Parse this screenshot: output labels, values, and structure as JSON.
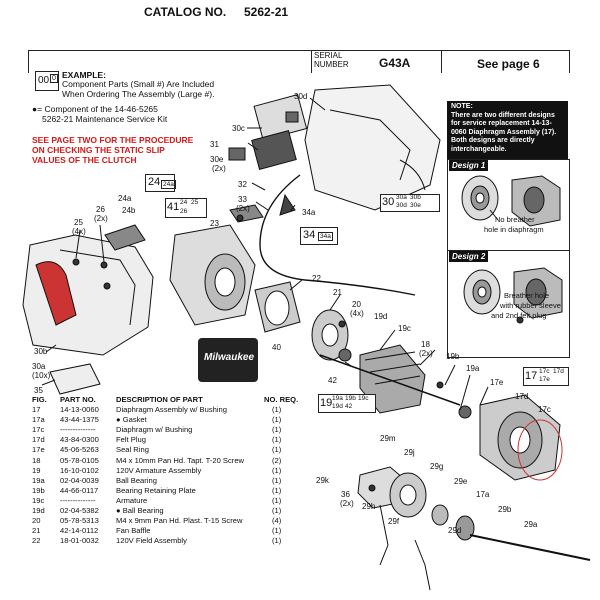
{
  "header": {
    "catalog_label": "CATALOG NO.",
    "catalog_no": "5262-21",
    "serial_label": "SERIAL NUMBER",
    "serial_no": "G43A",
    "see_page": "See page 6"
  },
  "example": {
    "box_main": "00",
    "box_sub": "0",
    "title": "EXAMPLE:",
    "line1": "Component Parts (Small #) Are Included",
    "line2": "When Ordering The Assembly (Large #).",
    "kit_line1": "= Component of the 14-46-5265",
    "kit_line2": "5262-21 Maintenance Service Kit"
  },
  "red_note": [
    "SEE PAGE TWO FOR THE PROCEDURE",
    "ON CHECKING THE STATIC SLIP",
    "VALUES OF THE CLUTCH"
  ],
  "note": {
    "title": "NOTE:",
    "text": "There are two different designs for service replacement 14-13-0060 Diaphragm Assembly (17). Both designs are directly interchangeable."
  },
  "design1": {
    "tag": "Design 1",
    "caption": [
      "No breather",
      "hole in diaphragm"
    ]
  },
  "design2": {
    "tag": "Design 2",
    "caption": [
      "Breather hole",
      "with rubber sleeve",
      "and 2nd felt plug"
    ]
  },
  "callouts": {
    "c24": "24",
    "c24a": "24a",
    "c41": "41",
    "c41_24": "24",
    "c41_25": "25",
    "c41_26": "26",
    "c30": "30",
    "c30a": "30a",
    "c30b": "30b",
    "c30d": "30d",
    "c30e": "30e",
    "c34": "34",
    "c34a": "34a",
    "c19": "19",
    "c19a": "19a",
    "c19b": "19b",
    "c19c": "19c",
    "c19d": "19d",
    "c42": "42",
    "c17": "17",
    "c17c": "17c",
    "c17d": "17d",
    "c17e": "17e"
  },
  "labels": {
    "l30d": "30d",
    "l30c": "30c",
    "l31": "31",
    "l30e": "30e",
    "l2x": "(2x)",
    "l32": "32",
    "l33": "33",
    "l33q": "(2x)",
    "l34a": "34a",
    "l24a": "24a",
    "l24b": "24b",
    "l26": "26",
    "l26q": "(2x)",
    "l25": "25",
    "l25q": "(4x)",
    "l23": "23",
    "l22": "22",
    "l21": "21",
    "l20": "20",
    "l20q": "(4x)",
    "l19d": "19d",
    "l19c": "19c",
    "l18": "18",
    "l18q": "(2x)",
    "l19b": "19b",
    "l19a": "19a",
    "l17e": "17e",
    "l17d": "17d",
    "l17c": "17c",
    "l40": "40",
    "l30b": "30b",
    "l30a": "30a",
    "l30aq": "(10x)",
    "l35": "35",
    "l42": "42",
    "l17a": "17a",
    "l29m": "29m",
    "l29j": "29j",
    "l29k": "29k",
    "l29g": "29g",
    "l29e": "29e",
    "l36": "36",
    "l36q": "(2x)",
    "l29h": "29h",
    "l29f": "29f",
    "l29d": "29d",
    "l29b": "29b",
    "l29a": "29a"
  },
  "bag_logo": "Milwaukee",
  "parts_table": {
    "headers": [
      "FIG.",
      "PART NO.",
      "DESCRIPTION OF PART",
      "NO. REQ."
    ],
    "rows": [
      [
        "17",
        "14-13-0060",
        "Diaphragm Assembly w/ Bushing",
        "(1)"
      ],
      [
        "17a",
        "43-44-1375",
        "Gasket",
        "(1)"
      ],
      [
        "17c",
        "--------------",
        "Diaphragm w/ Bushing",
        "(1)"
      ],
      [
        "17d",
        "43-84-0300",
        "Felt Plug",
        "(1)"
      ],
      [
        "17e",
        "45-06-5263",
        "Seal Ring",
        "(1)"
      ],
      [
        "18",
        "05-78-0105",
        "M4 x 10mm Pan Hd. Tapt. T-20 Screw",
        "(2)"
      ],
      [
        "19",
        "16-10-0102",
        "120V Armature Assembly",
        "(1)"
      ],
      [
        "19a",
        "02-04-0039",
        "Ball Bearing",
        "(1)"
      ],
      [
        "19b",
        "44-66-0117",
        "Bearing Retaining Plate",
        "(1)"
      ],
      [
        "19c",
        "--------------",
        "Armature",
        "(1)"
      ],
      [
        "19d",
        "02-04-5382",
        "Ball Bearing",
        "(1)"
      ],
      [
        "20",
        "05-78-5313",
        "M4 x 9mm Pan Hd. Plast. T-15 Screw",
        "(4)"
      ],
      [
        "21",
        "42-14-0112",
        "Fan Baffle",
        "(1)"
      ],
      [
        "22",
        "18-01-0032",
        "120V Field Assembly",
        "(1)"
      ]
    ],
    "kit_marked": [
      "17a",
      "19d"
    ]
  }
}
